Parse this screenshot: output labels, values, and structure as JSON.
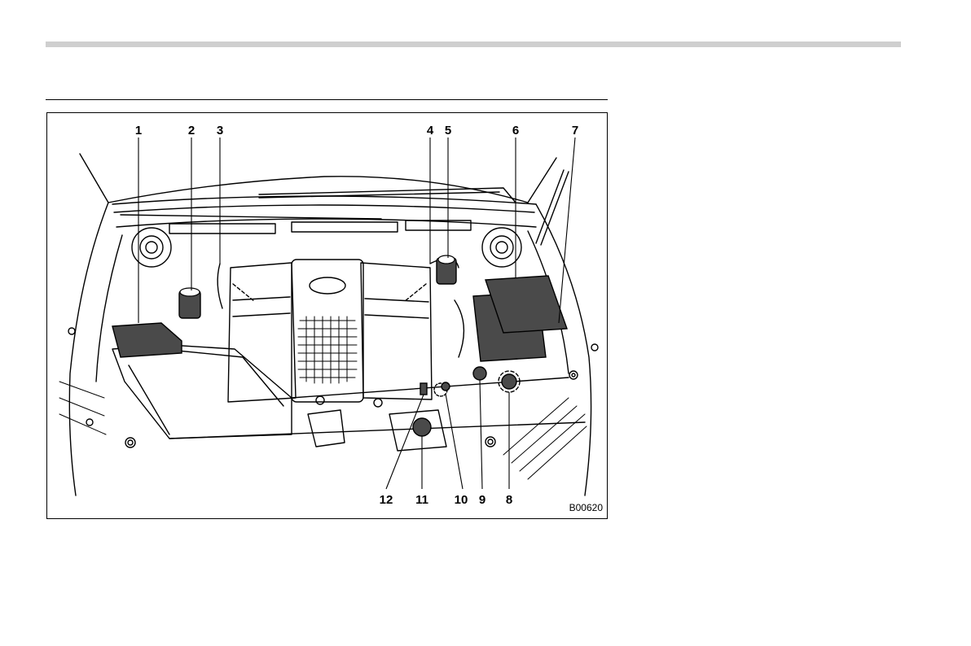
{
  "figure": {
    "code": "B00620",
    "callouts": [
      "1",
      "2",
      "3",
      "4",
      "5",
      "6",
      "7",
      "8",
      "9",
      "10",
      "11",
      "12"
    ]
  },
  "colors": {
    "rule_gray": "#cfcfcf",
    "line": "#000000",
    "shade": "#4a4a4a"
  }
}
